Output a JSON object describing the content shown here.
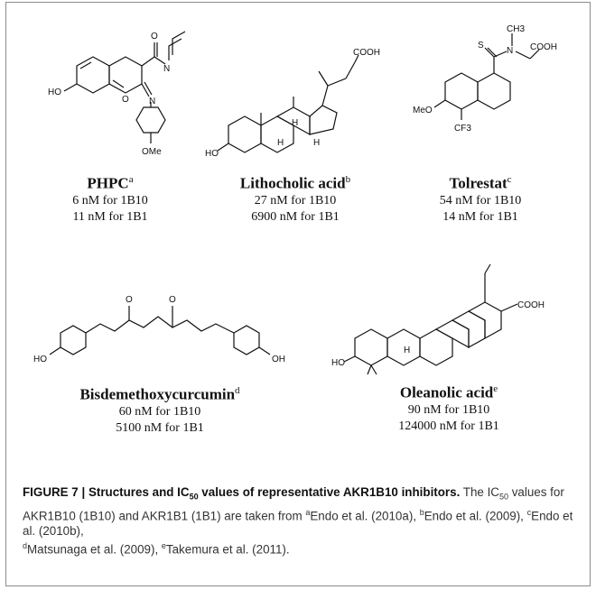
{
  "compounds": [
    {
      "name": "PHPC",
      "ref": "a",
      "v1": "6 nM for 1B10",
      "v2": "11 nM for 1B1"
    },
    {
      "name": "Lithocholic acid",
      "ref": "b",
      "v1": "27 nM for 1B10",
      "v2": "6900 nM for 1B1"
    },
    {
      "name": "Tolrestat",
      "ref": "c",
      "v1": "54 nM for 1B10",
      "v2": "14 nM for 1B1"
    },
    {
      "name": "Bisdemethoxycurcumin",
      "ref": "d",
      "v1": "60 nM for 1B10",
      "v2": "5100 nM for 1B1"
    },
    {
      "name": "Oleanolic acid",
      "ref": "e",
      "v1": "90 nM for 1B10",
      "v2": "124000 nM for 1B1"
    }
  ],
  "labels": {
    "ho": "HO",
    "oh": "OH",
    "o": "O",
    "n": "N",
    "h": "H",
    "s": "S",
    "ome": "OMe",
    "meo": "MeO",
    "cooh": "COOH",
    "cf3": "CF3",
    "ch3": "CH3"
  },
  "caption": {
    "fig_label": "FIGURE 7 | Structures and IC",
    "fig_sub": "50",
    "fig_rest": " values of representative AKR1B10 inhibitors.",
    "text1": " The IC",
    "text_sub": "50",
    "text2": " values for AKR1B10 (1B10) and AKR1B1 (1B1) are taken from ",
    "refs": [
      {
        "sup": "a",
        "text": "Endo et al. (2010a), "
      },
      {
        "sup": "b",
        "text": "Endo et al. (2009), "
      },
      {
        "sup": "c",
        "text": "Endo et al. (2010b), "
      },
      {
        "sup": "d",
        "text": "Matsunaga et al. (2009), "
      },
      {
        "sup": "e",
        "text": "Takemura et al. (2011)."
      }
    ]
  }
}
